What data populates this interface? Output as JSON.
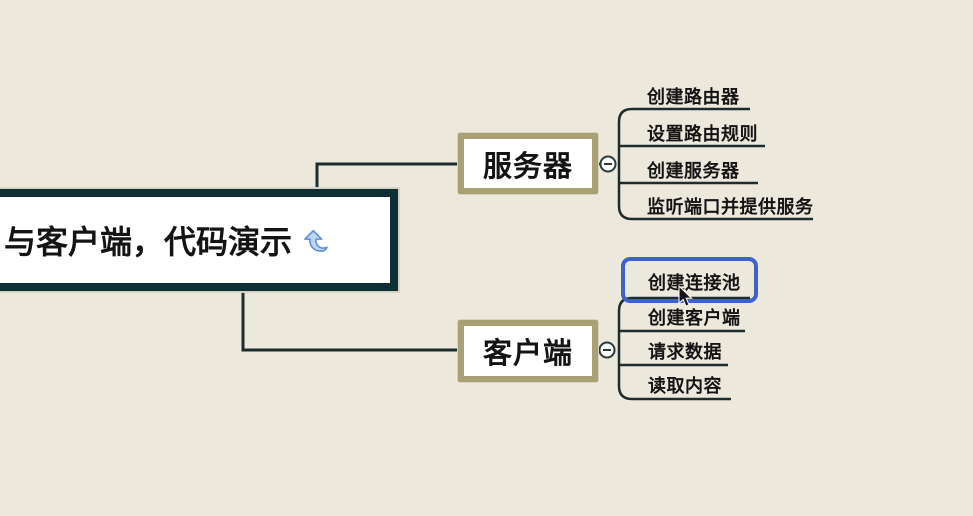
{
  "app": {
    "background_color": "#ece8dc",
    "type": "mind-map"
  },
  "central_topic": {
    "label": "与客户端，代码演示",
    "icon": "curved-up-arrow",
    "border_color": "#0e3034"
  },
  "branches": {
    "server": {
      "label": "服务器",
      "toggle": "−",
      "border_color": "#a9a074",
      "children": [
        "创建路由器",
        "设置路由规则",
        "创建服务器",
        "监听端口并提供服务"
      ]
    },
    "client": {
      "label": "客户端",
      "toggle": "−",
      "border_color": "#a9a074",
      "children": [
        "创建连接池",
        "创建客户端",
        "请求数据",
        "读取内容"
      ],
      "selected_child": "创建连接池",
      "selection_color": "#3c63c9"
    }
  },
  "cursor": {
    "shape": "arrow"
  }
}
